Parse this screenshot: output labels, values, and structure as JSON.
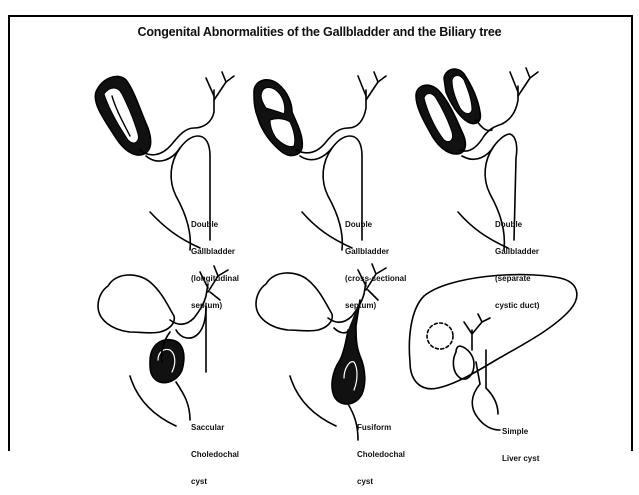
{
  "title": "Congenital Abnormalities of the Gallbladder and the Biliary tree",
  "panels": [
    {
      "caption": [
        "Double",
        "Gallbladder",
        "(longitudinal",
        "septum)"
      ]
    },
    {
      "caption": [
        "Double",
        "Gallbladder",
        "(cross-sectional",
        "septum)"
      ]
    },
    {
      "caption": [
        "Double",
        "Gallbladder",
        "(separate",
        "cystic duct)"
      ]
    },
    {
      "caption": [
        "Saccular",
        "Choledochal",
        "cyst"
      ]
    },
    {
      "caption": [
        "Fusiform",
        "Choledochal",
        "cyst"
      ]
    },
    {
      "caption": [
        "Simple",
        "Liver cyst"
      ]
    }
  ]
}
